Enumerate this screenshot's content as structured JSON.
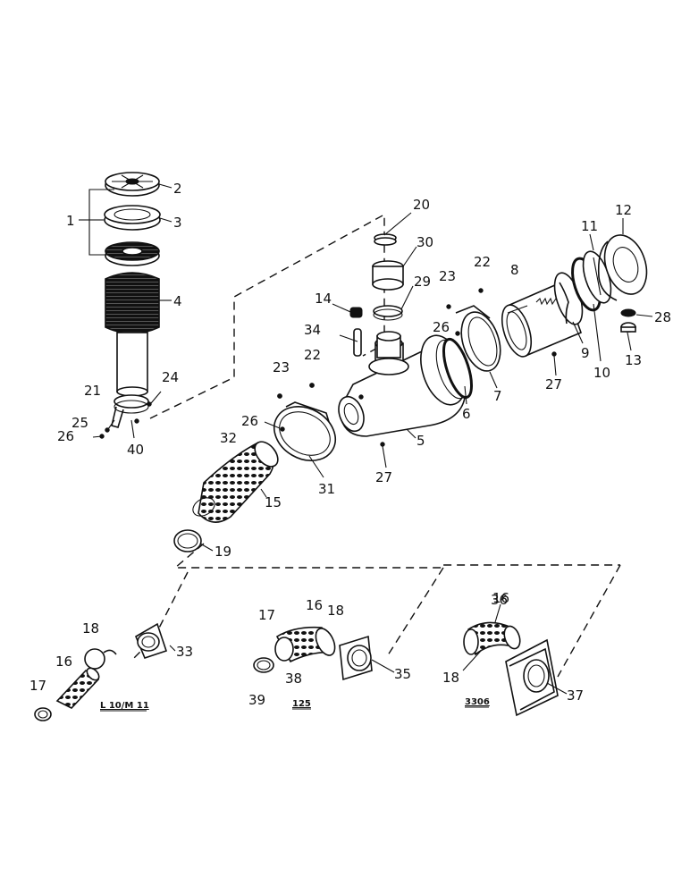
{
  "diagram": {
    "part_numbers": [
      "1",
      "2",
      "3",
      "4",
      "5",
      "6",
      "7",
      "8",
      "9",
      "10",
      "11",
      "12",
      "13",
      "14",
      "15",
      "16",
      "16",
      "16",
      "17",
      "17",
      "18",
      "18",
      "18",
      "19",
      "20",
      "21",
      "22",
      "22",
      "23",
      "23",
      "24",
      "25",
      "26",
      "26",
      "26",
      "27",
      "27",
      "28",
      "29",
      "30",
      "31",
      "32",
      "33",
      "34",
      "35",
      "36",
      "37",
      "38",
      "39",
      "40"
    ],
    "variant_labels": [
      "L 10/M 11",
      "125",
      "3306"
    ]
  }
}
